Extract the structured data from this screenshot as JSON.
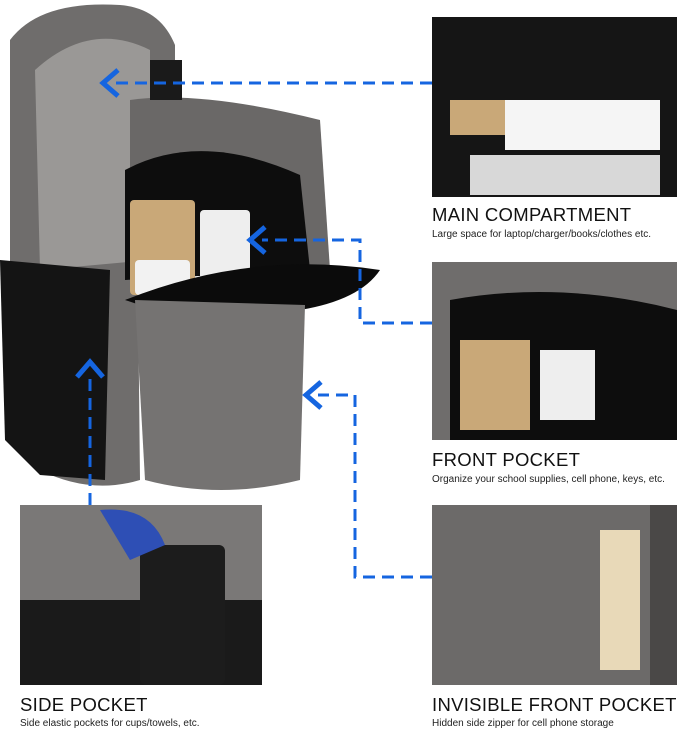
{
  "colors": {
    "arrow": "#1565e0",
    "fabric": "#6f6d6c",
    "lining": "#111111"
  },
  "sections": [
    {
      "title": "MAIN COMPARTMENT",
      "desc": "Large space for laptop/charger/books/clothes etc."
    },
    {
      "title": "FRONT POCKET",
      "desc": "Organize your school supplies, cell phone, keys, etc."
    },
    {
      "title": "SIDE POCKET",
      "desc": "Side elastic pockets for cups/towels, etc."
    },
    {
      "title": "INVISIBLE FRONT POCKET",
      "desc": "Hidden side zipper for cell phone storage"
    }
  ]
}
